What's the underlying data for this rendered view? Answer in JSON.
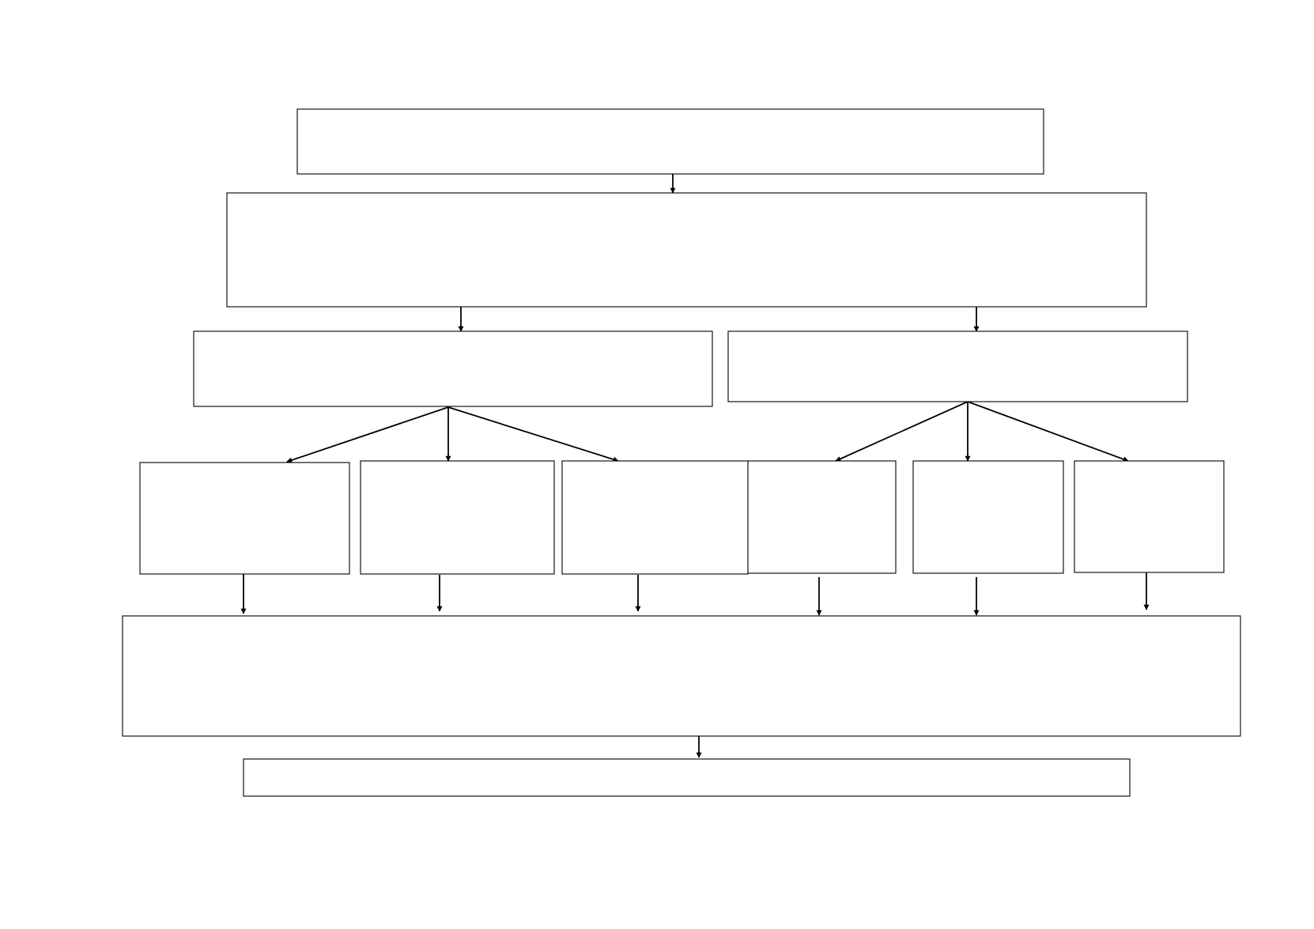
{
  "diagram": {
    "type": "flowchart",
    "stroke_color": "#000000",
    "fill_color": "#ffffff",
    "nodes": [
      {
        "id": "top",
        "label": ""
      },
      {
        "id": "second",
        "label": ""
      },
      {
        "id": "left-branch",
        "label": ""
      },
      {
        "id": "right-branch",
        "label": ""
      },
      {
        "id": "leaf-1",
        "label": ""
      },
      {
        "id": "leaf-2",
        "label": ""
      },
      {
        "id": "leaf-3",
        "label": ""
      },
      {
        "id": "leaf-4",
        "label": ""
      },
      {
        "id": "leaf-5",
        "label": ""
      },
      {
        "id": "leaf-6",
        "label": ""
      },
      {
        "id": "merge",
        "label": ""
      },
      {
        "id": "bottom",
        "label": ""
      }
    ],
    "edges": [
      {
        "from": "top",
        "to": "second"
      },
      {
        "from": "second",
        "to": "left-branch"
      },
      {
        "from": "second",
        "to": "right-branch"
      },
      {
        "from": "left-branch",
        "to": "leaf-1"
      },
      {
        "from": "left-branch",
        "to": "leaf-2"
      },
      {
        "from": "left-branch",
        "to": "leaf-3"
      },
      {
        "from": "right-branch",
        "to": "leaf-4"
      },
      {
        "from": "right-branch",
        "to": "leaf-5"
      },
      {
        "from": "right-branch",
        "to": "leaf-6"
      },
      {
        "from": "leaf-1",
        "to": "merge"
      },
      {
        "from": "leaf-2",
        "to": "merge"
      },
      {
        "from": "leaf-3",
        "to": "merge"
      },
      {
        "from": "leaf-4",
        "to": "merge"
      },
      {
        "from": "leaf-5",
        "to": "merge"
      },
      {
        "from": "leaf-6",
        "to": "merge"
      },
      {
        "from": "merge",
        "to": "bottom"
      }
    ]
  }
}
